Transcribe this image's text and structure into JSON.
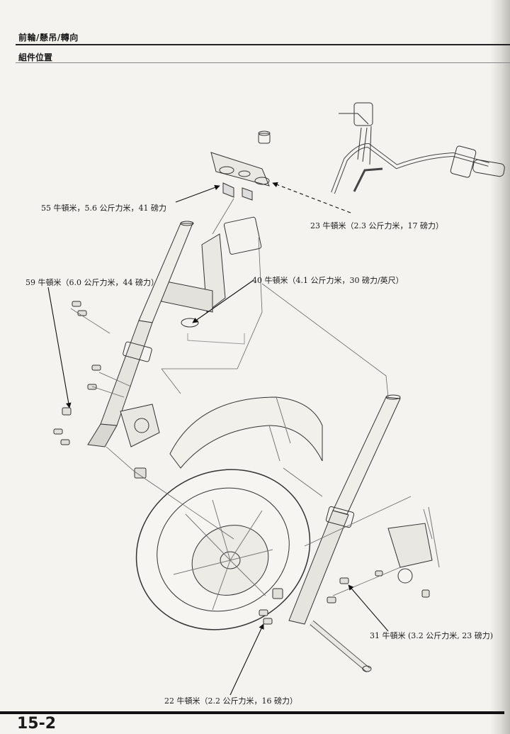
{
  "header": {
    "title": "前輪/懸吊/轉向",
    "section": "組件位置"
  },
  "callouts": [
    {
      "id": "c55",
      "text": "55 牛頓米，5.6 公斤力米，41 磅力"
    },
    {
      "id": "c23",
      "text": "23 牛頓米（2.3 公斤力米，17 磅力）"
    },
    {
      "id": "c59",
      "text": "59 牛頓米（6.0 公斤力米，44 磅力）"
    },
    {
      "id": "c40",
      "text": "40 牛頓米（4.1 公斤力米，30 磅力/英尺）"
    },
    {
      "id": "c31",
      "text": "31 牛頓米 (3.2 公斤力米, 23 磅力)"
    },
    {
      "id": "c22",
      "text": "22 牛頓米（2.2 公斤力米，16 磅力）"
    }
  ],
  "footer": {
    "page_number": "15-2"
  }
}
